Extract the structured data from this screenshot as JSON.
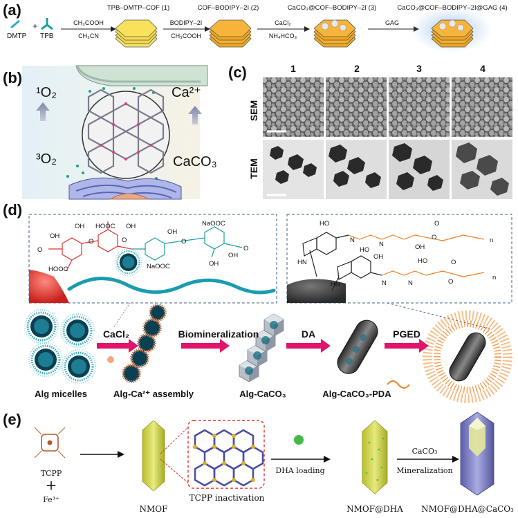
{
  "panel_a": {
    "label": "(a)",
    "reactant_1": "DMTP",
    "reactant_plus": "+",
    "reactant_2": "TPB",
    "steps": [
      {
        "reagent_top": "CH₃COOH",
        "reagent_bottom": "CH₃CN",
        "product": "TPB–DMTP–COF (1)"
      },
      {
        "reagent_top": "BODIPY–2I",
        "reagent_bottom": "CH₃COOH",
        "product": "COF–BODIPY–2I (2)"
      },
      {
        "reagent_top": "CaCl₂",
        "reagent_bottom": "NH₄HCO₃",
        "product": "CaCO₃@COF–BODIPY–2I (3)"
      },
      {
        "reagent_top": "GAG",
        "reagent_bottom": "",
        "product": "CaCO₃@COF–BODIPY–2I@GAG (4)"
      }
    ]
  },
  "panel_b": {
    "label": "(b)",
    "singlet_oxygen": "¹O₂",
    "triplet_oxygen": "³O₂",
    "calcium_ion": "Ca²⁺",
    "calcium_carbonate": "CaCO₃"
  },
  "panel_c": {
    "label": "(c)",
    "columns": [
      "1",
      "2",
      "3",
      "4"
    ],
    "rows": [
      "SEM",
      "TEM"
    ]
  },
  "panel_d": {
    "label": "(d)",
    "structure_left": {
      "groups": [
        "OH",
        "HOOC",
        "OH",
        "OH",
        "NaOOC",
        "OH",
        "O",
        "NaOOC",
        "OH",
        "OH",
        "HOOC",
        "O",
        "O",
        "O",
        "O"
      ]
    },
    "structure_right": {
      "groups": [
        "HO",
        "HN",
        "N",
        "N",
        "OH",
        "O",
        "O",
        "n",
        "HO",
        "OH",
        "HN",
        "N",
        "N",
        "HO",
        "O",
        "O",
        "n"
      ]
    },
    "arrows": [
      "CaCl₂",
      "Biomineralization",
      "DA",
      "PGED"
    ],
    "stages": [
      "Alg micelles",
      "Alg-Ca²⁺ assembly",
      "Alg-CaCO₃",
      "Alg-CaCO₃-PDA"
    ]
  },
  "panel_e": {
    "label": "(e)",
    "reactant_1": "TCPP",
    "reactant_plus": "+",
    "reactant_2": "Fe³⁺",
    "inset_label": "TCPP inactivation",
    "step_2": "DHA loading",
    "step_3_top": "CaCO₃",
    "step_3_bottom": "Mineralization",
    "products": [
      "NMOF",
      "NMOF@DHA",
      "NMOF@DHA@CaCO₃"
    ]
  },
  "colors": {
    "cof_yellow": "#f6dd4a",
    "cof_orange": "#f2a61c",
    "glow_blue": "#a9c8ee",
    "red_text": "#e0302c",
    "teal_text": "#1aa0a0",
    "orange_text": "#ef7d1a",
    "magenta_arrow": "#e0146a",
    "nmof_yellow": "#cfd44a",
    "caco3_purple": "#7d7fc7"
  }
}
